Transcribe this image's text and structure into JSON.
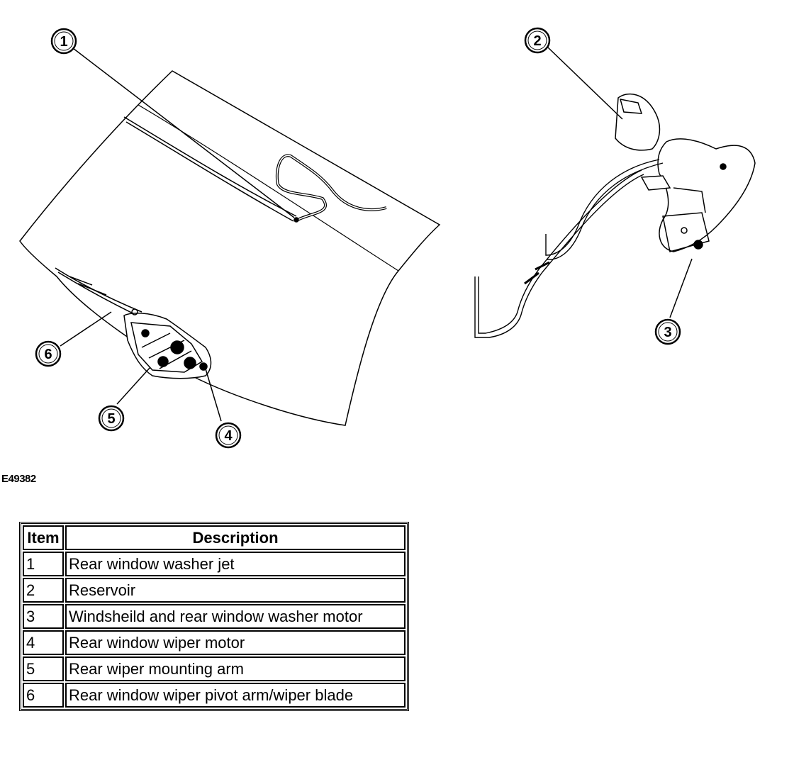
{
  "callouts": [
    "1",
    "2",
    "3",
    "4",
    "5",
    "6"
  ],
  "figure_code": "E49382",
  "table": {
    "headers": {
      "item": "Item",
      "description": "Description"
    },
    "rows": [
      {
        "item": "1",
        "description": "Rear window washer jet"
      },
      {
        "item": "2",
        "description": "Reservoir"
      },
      {
        "item": "3",
        "description": "Windsheild and rear window washer motor"
      },
      {
        "item": "4",
        "description": "Rear window wiper motor"
      },
      {
        "item": "5",
        "description": "Rear wiper mounting arm"
      },
      {
        "item": "6",
        "description": "Rear window wiper pivot arm/wiper blade"
      }
    ]
  }
}
